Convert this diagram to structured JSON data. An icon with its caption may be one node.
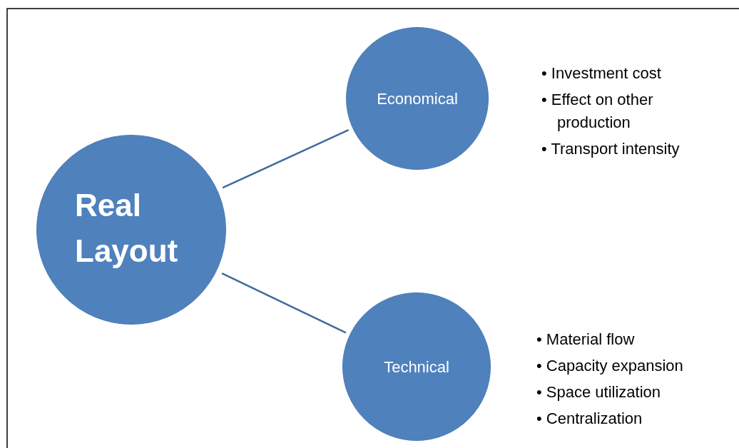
{
  "diagram": {
    "nodes": [
      {
        "text": [
          "Real Layout"
        ]
      },
      {
        "text": [
          "Economical"
        ],
        "beside": [
          "• Investment cost",
          "• Effect on other production",
          "• Transport intensity"
        ]
      },
      {
        "text": [
          "Technical"
        ],
        "beside": [
          "• Material flow",
          "• Capacity expansion",
          "• Space utilization",
          "• Centralization"
        ]
      }
    ],
    "edges": [
      {
        "from": 0,
        "to": 1,
        "arrow": "none"
      },
      {
        "from": 0,
        "to": 2,
        "arrow": "none"
      }
    ]
  }
}
